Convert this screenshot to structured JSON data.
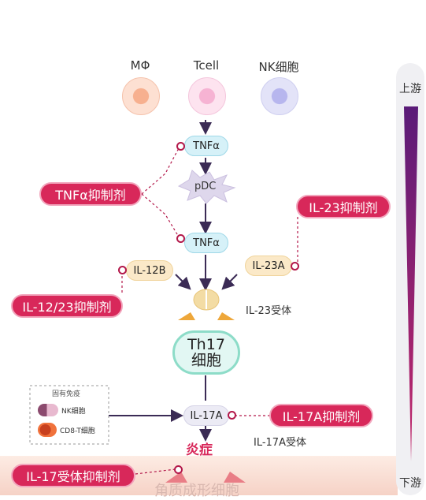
{
  "cells": {
    "macrophage": "MΦ",
    "tcell": "Tcell",
    "nk": "NK细胞"
  },
  "cytokines": {
    "tnfa_top": "TNFα",
    "pdc": "pDC",
    "tnfa_mid": "TNFα",
    "il12b": "IL-12B",
    "il23a": "IL-23A",
    "il23_receptor": "IL-23受体",
    "th17_line1": "Th17",
    "th17_line2": "细胞",
    "il17a": "IL-17A",
    "il17a_receptor": "IL-17A受体",
    "inflammation": "炎症",
    "keratinocyte": "角质成形细胞"
  },
  "inhibitors": {
    "tnfa": "TNFα抑制剂",
    "il23": "IL-23抑制剂",
    "il1223": "IL-12/23抑制剂",
    "il17a": "IL-17A抑制剂",
    "il17r": "IL-17受体抑制剂"
  },
  "innate_box": {
    "title": "固有免疫",
    "nk": "NK细胞",
    "cd8t": "CD8-T细胞"
  },
  "side_scale": {
    "top": "上游",
    "bottom": "下游"
  },
  "colors": {
    "inhibitor": "#d8285a",
    "scale_bar": "#6a1b7a"
  }
}
